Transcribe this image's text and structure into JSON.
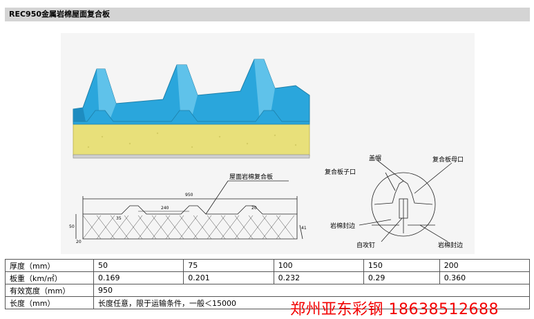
{
  "title": "REC950金属岩棉屋面复合板",
  "drawing": {
    "label_panel": "屋面岩棉复合板",
    "dim_width": "950",
    "dim_pitch": "240",
    "dim_20_top": "20",
    "dim_35": "35",
    "dim_50": "50",
    "dim_41": "41",
    "dim_20_bottom": "20"
  },
  "detail": {
    "cap": "盖帽",
    "male": "复合板子口",
    "female": "复合板母口",
    "seal_left": "岩棉封边",
    "screw": "自攻钉",
    "seal_right": "岩棉封边"
  },
  "table": {
    "rows": [
      {
        "header": "厚度（mm）",
        "cells": [
          "50",
          "75",
          "100",
          "150",
          "200"
        ]
      },
      {
        "header": "板重（km/㎡）",
        "cells": [
          "0.169",
          "0.201",
          "0.232",
          "0.29",
          "0.360"
        ]
      },
      {
        "header": "有效宽度（mm）",
        "cells": [
          "950"
        ]
      },
      {
        "header": "长度（mm）",
        "cells": [
          "长度任意，限于运输条件，一般＜15000"
        ]
      }
    ]
  },
  "watermark": "郑州亚东彩钢 18638512688",
  "colors": {
    "panel_blue": "#2aa6dc",
    "rockwool": "#e6e27a",
    "watermark": "#f20000"
  }
}
